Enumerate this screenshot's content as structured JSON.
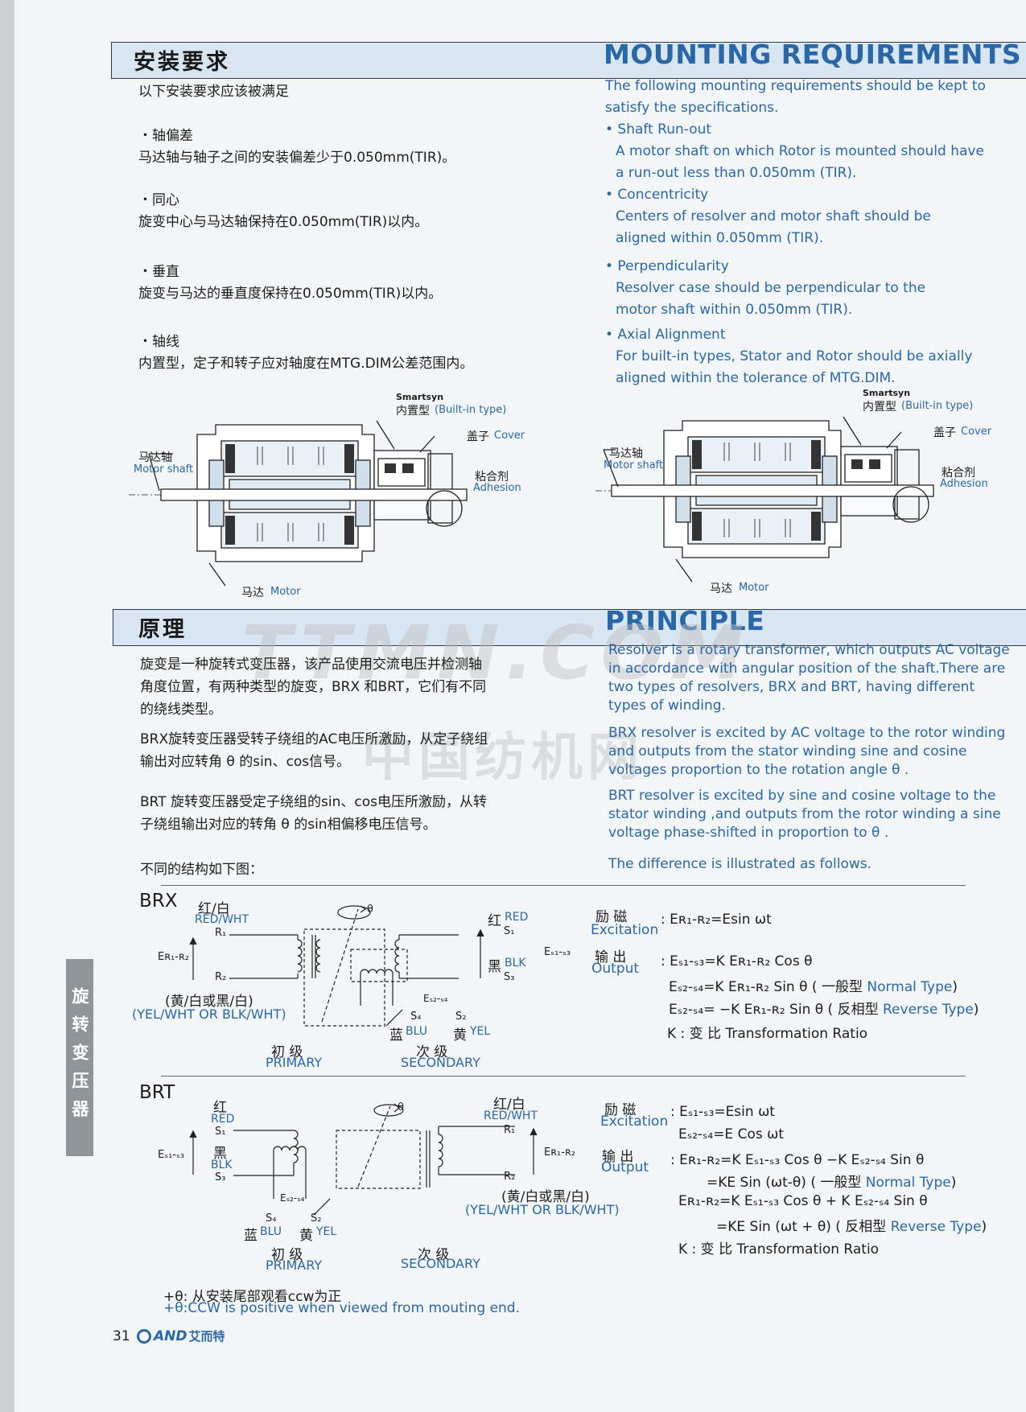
{
  "side_tab": "旋转变压器",
  "mounting": {
    "title_cn": "安装要求",
    "title_en": "MOUNTING REQUIREMENTS",
    "intro_cn": "以下安装要求应该被满足",
    "intro_en_1": "The following mounting requirements should be kept to",
    "intro_en_2": "satisfy the specifications.",
    "items_cn": [
      {
        "head": "・轴偏差",
        "body": "马达轴与轴子之间的安装偏差少于0.050mm(TIR)。"
      },
      {
        "head": "・同心",
        "body": "旋变中心与马达轴保持在0.050mm(TIR)以内。"
      },
      {
        "head": "・垂直",
        "body": "旋变与马达的垂直度保持在0.050mm(TIR)以内。"
      },
      {
        "head": "・轴线",
        "body": "内置型，定子和转子应对轴度在MTG.DIM公差范围内。"
      }
    ],
    "items_en": [
      {
        "head": "• Shaft Run-out",
        "l1": "A motor shaft on which Rotor is mounted should have",
        "l2": "a run-out less than 0.050mm (TIR)."
      },
      {
        "head": "• Concentricity",
        "l1": "Centers of resolver and motor shaft should be",
        "l2": "aligned within 0.050mm (TIR)."
      },
      {
        "head": "• Perpendicularity",
        "l1": "Resolver case should be perpendicular to the",
        "l2": "motor shaft within 0.050mm (TIR)."
      },
      {
        "head": "• Axial Alignment",
        "l1": "For built-in types, Stator and Rotor should be axially",
        "l2": "aligned within the tolerance of MTG.DIM."
      }
    ],
    "diagram": {
      "smartsyn": "Smartsyn",
      "builtin_cn": "内置型",
      "builtin_en": "(Built-in type)",
      "cover_cn": "盖子",
      "cover_en": "Cover",
      "shaft_cn": "马达轴",
      "shaft_en": "Motor shaft",
      "adhesion_cn": "粘合剂",
      "adhesion_en": "Adhesion",
      "motor_cn": "马达",
      "motor_en": "Motor"
    }
  },
  "principle": {
    "title_cn": "原理",
    "title_en": "PRINCIPLE",
    "cn_p1": [
      "旋变是一种旋转式变压器，该产品使用交流电压并检测轴",
      "角度位置，有两种类型的旋变，BRX 和BRT，它们有不同",
      "的绕线类型。"
    ],
    "cn_p2": [
      "BRX旋转变压器受转子绕组的AC电压所激励，从定子绕组",
      "输出对应转角 θ 的sin、cos信号。"
    ],
    "cn_p3": [
      "BRT 旋转变压器受定子绕组的sin、cos电压所激励，从转",
      "子绕组输出对应的转角 θ 的sin相偏移电压信号。"
    ],
    "cn_p4": "不同的结构如下图：",
    "en_p1": [
      "Resolver is a rotary transformer, which outputs AC voltage",
      "in accordance with angular position of the shaft.There are",
      "two types of resolvers, BRX and BRT, having different",
      "types of winding."
    ],
    "en_p2": [
      "BRX resolver is excited by AC voltage to the rotor winding",
      "and outputs from the stator winding sine and cosine",
      "voltages proportion to the rotation angle  θ ."
    ],
    "en_p3": [
      "BRT resolver is excited by sine and cosine voltage to the",
      "stator winding ,and outputs from the rotor winding a sine",
      "voltage phase-shifted in proportion to θ ."
    ],
    "en_p4": "The difference is illustrated as follows."
  },
  "brx": {
    "name": "BRX",
    "red_wht_cn": "红/白",
    "red_wht_en": "RED/WHT",
    "r1": "R₁",
    "r2": "R₂",
    "er": "Eʀ₁-ʀ₂",
    "yel_cn": "(黄/白或黑/白)",
    "yel_en": "(YEL/WHT OR BLK/WHT)",
    "theta": "θ",
    "red_cn": "红",
    "red_en": "RED",
    "s1": "S₁",
    "blk_cn": "黑",
    "blk_en": "BLK",
    "s3": "S₃",
    "es13": "Eₛ₁-ₛ₃",
    "es24": "Eₛ₂-ₛ₄",
    "s4": "S₄",
    "s2": "S₂",
    "blu_cn": "蓝",
    "blu_en": "BLU",
    "yl_cn": "黄",
    "yl_en": "YEL",
    "primary_cn": "初  级",
    "primary_en": "PRIMARY",
    "secondary_cn": "次  级",
    "secondary_en": "SECONDARY",
    "exc_cn": "励  磁",
    "exc_en": "Excitation",
    "out_cn": "输  出",
    "out_en": "Output",
    "eq1": ": Eʀ₁-ʀ₂=Esin ωt",
    "eq2": ": Eₛ₁-ₛ₃=K Eʀ₁-ʀ₂ Cos θ",
    "eq3a": "Eₛ₂-ₛ₄=K Eʀ₁-ʀ₂ Sin θ ( 一般型 ",
    "eq3b": "Normal Type",
    "eq4a": "Eₛ₂-ₛ₄= −K Eʀ₁-ʀ₂ Sin θ ( 反相型 ",
    "eq4b": "Reverse Type",
    "eq5": "K : 变 比 Transformation Ratio"
  },
  "brt": {
    "name": "BRT",
    "red_cn": "红",
    "red_en": "RED",
    "s1": "S₁",
    "blk_cn": "黑",
    "blk_en": "BLK",
    "s3": "S₃",
    "es13": "Eₛ₁-ₛ₃",
    "es24": "Eₛ₂-ₛ₄",
    "s4": "S₄",
    "s2": "S₂",
    "blu_cn": "蓝",
    "blu_en": "BLU",
    "yl_cn": "黄",
    "yl_en": "YEL",
    "theta": "θ",
    "red_wht_cn": "红/白",
    "red_wht_en": "RED/WHT",
    "r1": "R₁",
    "r2": "R₂",
    "er": "Eʀ₁-ʀ₂",
    "yel_cn": "(黄/白或黑/白)",
    "yel_en": "(YEL/WHT OR BLK/WHT)",
    "primary_cn": "初  级",
    "primary_en": "PRIMARY",
    "secondary_cn": "次  级",
    "secondary_en": "SECONDARY",
    "exc_cn": "励  磁",
    "exc_en": "Excitation",
    "out_cn": "输  出",
    "out_en": "Output",
    "eq1": ": Eₛ₁-ₛ₃=Esin ωt",
    "eq2": "Eₛ₂-ₛ₄=E Cos ωt",
    "eq3": ": Eʀ₁-ʀ₂=K Eₛ₁-ₛ₃ Cos θ −K Eₛ₂-ₛ₄ Sin θ",
    "eq4a": "=KE Sin (ωt-θ) ( 一般型 ",
    "eq4b": "Normal Type",
    "eq5": "Eʀ₁-ʀ₂=K Eₛ₁-ₛ₃ Cos θ + K Eₛ₂-ₛ₄ Sin θ",
    "eq6a": "=KE Sin (ωt + θ) ( 反相型 ",
    "eq6b": "Reverse Type",
    "eq7": "K : 变   比  Transformation Ratio"
  },
  "notes": {
    "n1": "+θ: 从安装尾部观看ccw为正",
    "n2": "+θ:CCW is positive when viewed from mouting end."
  },
  "footer": {
    "page": "31",
    "brand": "AND",
    "brand_cn": "艾而特"
  },
  "watermark": {
    "w1": "TTMN.COM",
    "w2": "中国纺机网"
  }
}
